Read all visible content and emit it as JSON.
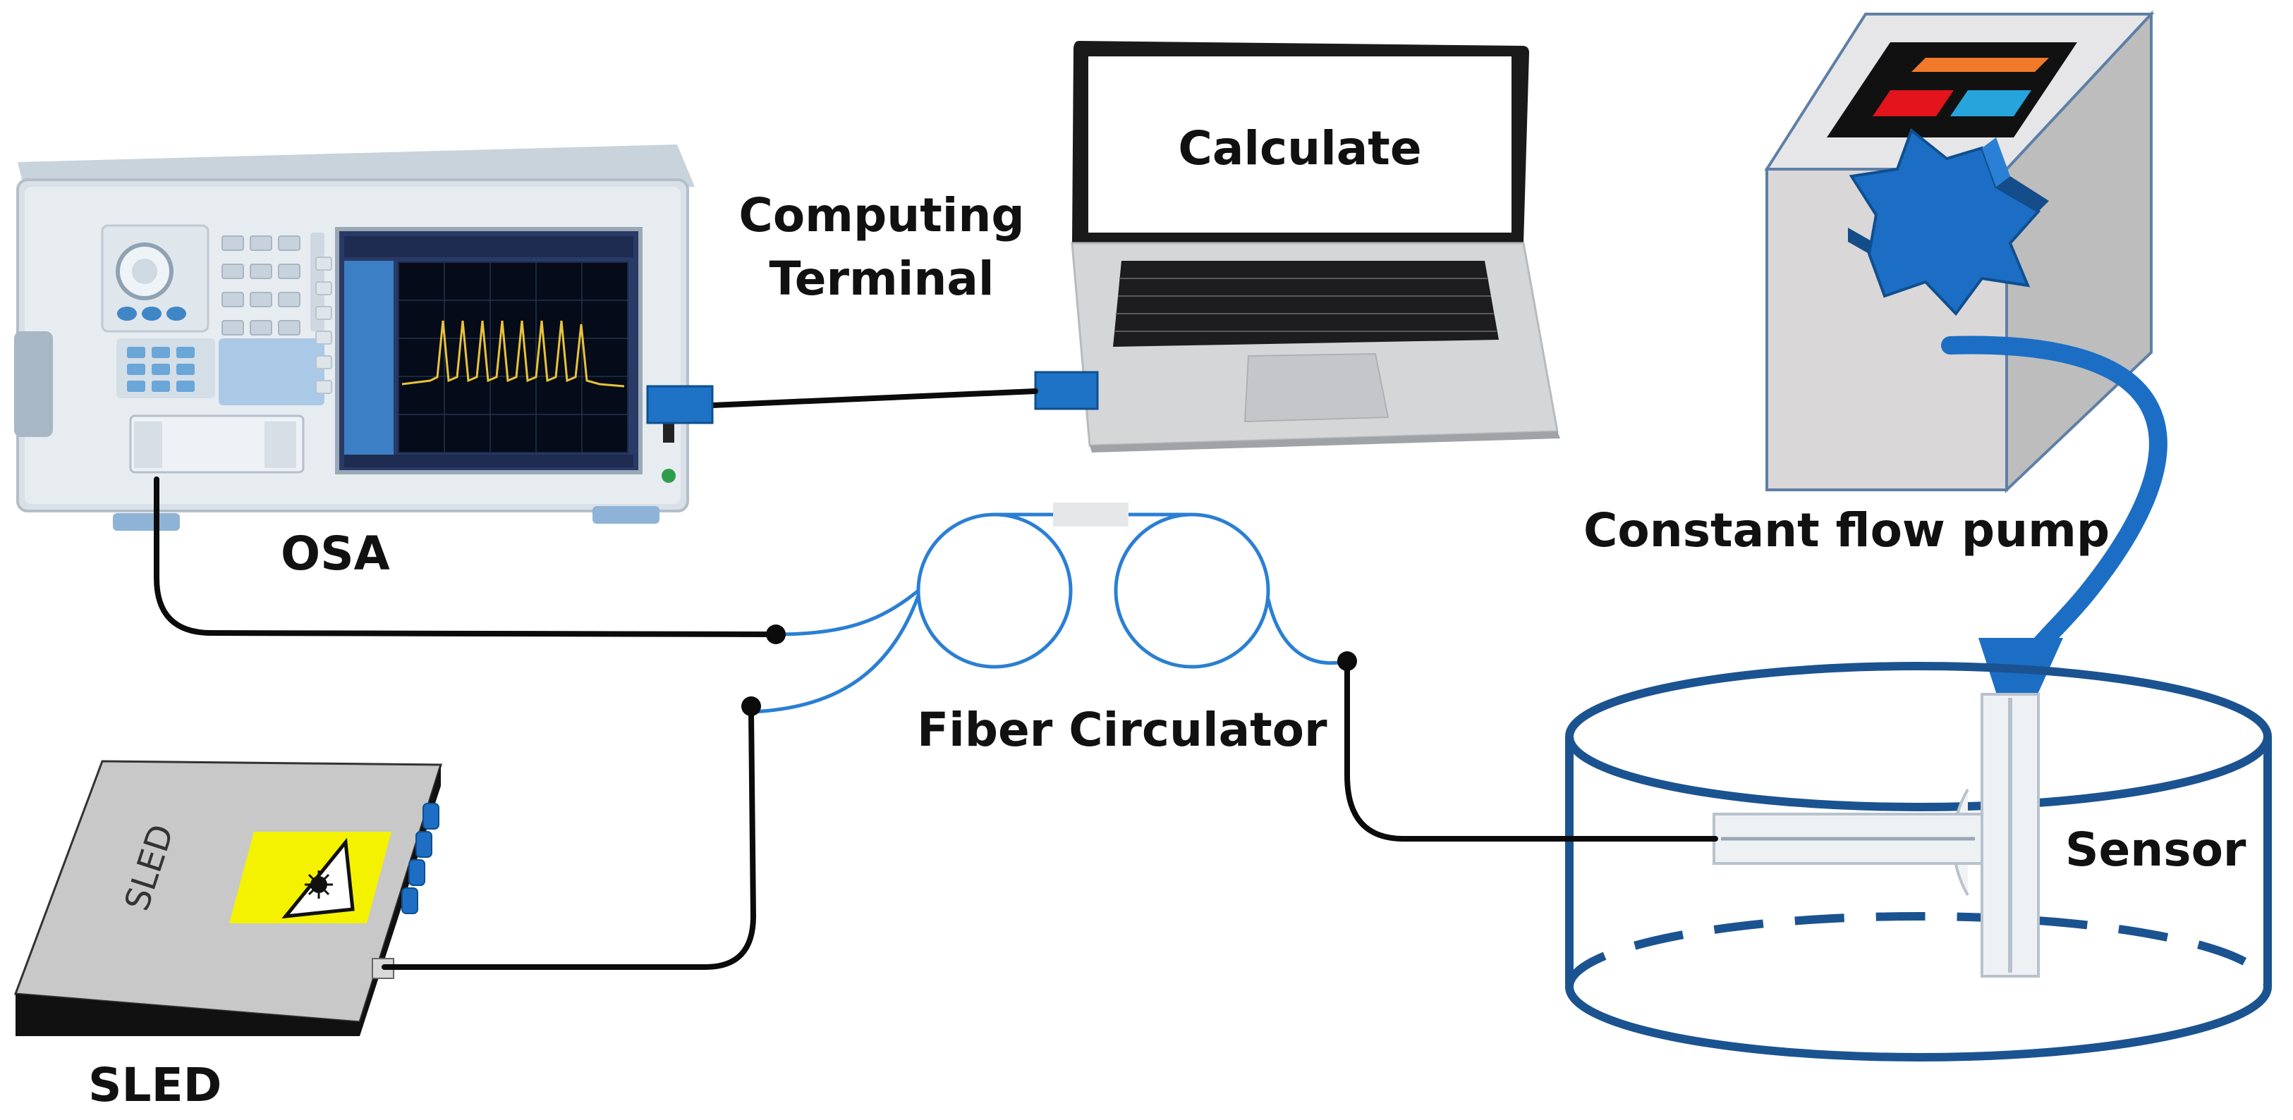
{
  "labels": {
    "osa": "OSA",
    "computing_terminal_line1": "Computing",
    "computing_terminal_line2": "Terminal",
    "laptop_screen": "Calculate",
    "constant_flow_pump": "Constant flow pump",
    "fiber_circulator": "Fiber Circulator",
    "sled": "SLED",
    "sled_device_text": "SLED",
    "sensor": "Sensor"
  },
  "colors": {
    "fiber_blue": "#2a7fd4",
    "pump_blue": "#1c6ec4",
    "tank_blue": "#1b5391",
    "cable": "#0b0b0b",
    "osa_trace": "#e8c23a",
    "pump_screen_orange": "#f07a2a",
    "pump_screen_red": "#e3141b",
    "pump_screen_cyan": "#26a4dc",
    "sled_warning_yellow": "#f5f200"
  },
  "icons": {
    "laser_warning": "laser-warning-icon",
    "pump_impeller": "impeller-icon",
    "flow_arrow": "arrow-down-icon"
  }
}
